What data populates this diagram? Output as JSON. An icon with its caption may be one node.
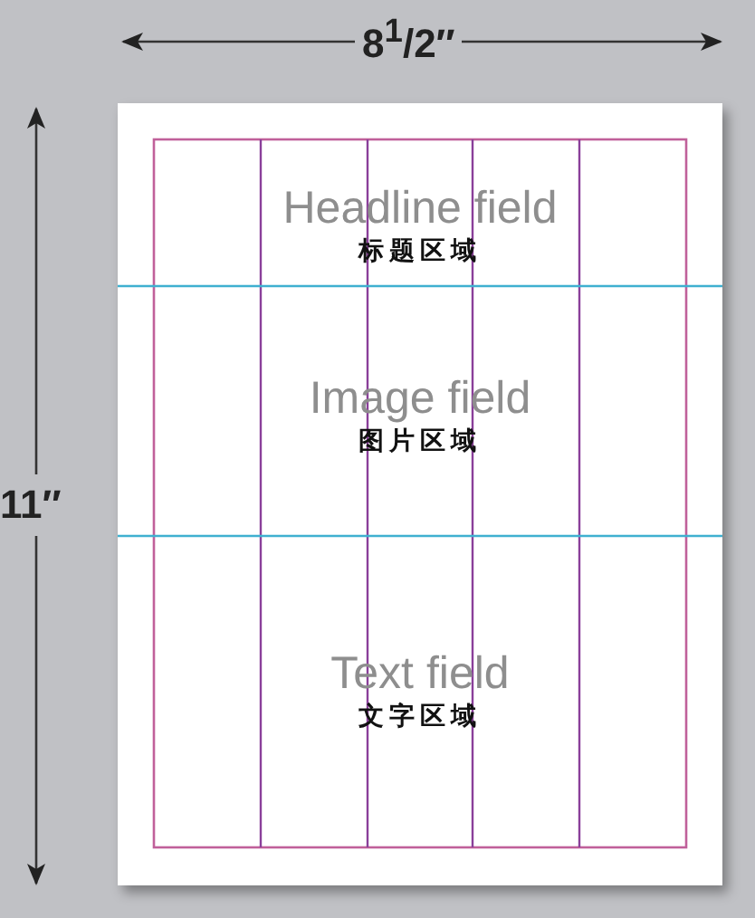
{
  "diagram": {
    "nodes": [
      {
        "text": [],
        "shape": "box"
      },
      {
        "text": [
          "Headline field",
          "标题区域"
        ],
        "in": 0
      },
      {
        "text": [
          "Image field",
          "图片区域"
        ],
        "in": 0
      },
      {
        "text": [
          "Text field",
          "文字区域"
        ],
        "in": 0
      }
    ],
    "labels": [
      "8$^{1}$/2″",
      "11″"
    ]
  }
}
